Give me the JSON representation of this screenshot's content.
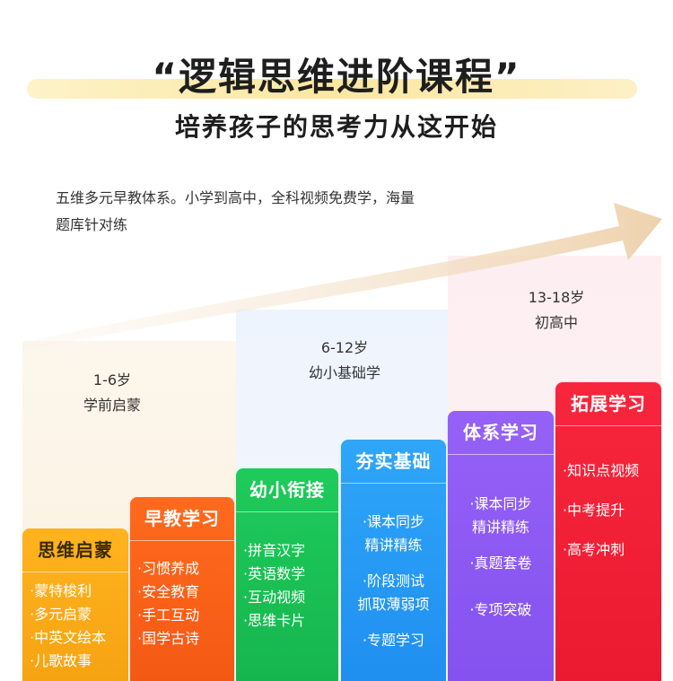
{
  "header": {
    "title": "“逻辑思维进阶课程”",
    "subtitle": "培养孩子的思考力从这开始"
  },
  "intro": {
    "line1": "五维多元早教体系。小学到高中，全科视频免费学，海量",
    "line2": "题库针对练"
  },
  "stages": [
    {
      "age": "1-6岁",
      "name": "学前启蒙"
    },
    {
      "age": "6-12岁",
      "name": "幼小基础学"
    },
    {
      "age": "13-18岁",
      "name": "初高中"
    }
  ],
  "columns": [
    {
      "title": "思维启蒙",
      "items": [
        "·蒙特梭利",
        "·多元启蒙",
        "·中英文绘本",
        "·儿歌故事"
      ]
    },
    {
      "title": "早教学习",
      "items": [
        "·习惯养成",
        "·安全教育",
        "·手工互动",
        "·国学古诗"
      ]
    },
    {
      "title": "幼小衔接",
      "items": [
        "·拼音汉字",
        "·英语数学",
        "·互动视频",
        "·思维卡片"
      ]
    },
    {
      "title": "夯实基础",
      "items": [
        "·课本同步",
        "精讲精练",
        "·阶段测试",
        "抓取薄弱项",
        "·专题学习"
      ]
    },
    {
      "title": "体系学习",
      "items": [
        "·课本同步",
        "精讲精练",
        "·真题套卷",
        "·专项突破"
      ]
    },
    {
      "title": "拓展学习",
      "items": [
        "·知识点视频",
        "·中考提升",
        "·高考冲刺"
      ]
    }
  ],
  "colors": {
    "yellow": "#ffb31f",
    "orange": "#ff6a1e",
    "green": "#1ecb5b",
    "blue": "#2fa6f8",
    "purple": "#9561f7",
    "red": "#f8263d",
    "arrow": "#f2d9b8"
  }
}
